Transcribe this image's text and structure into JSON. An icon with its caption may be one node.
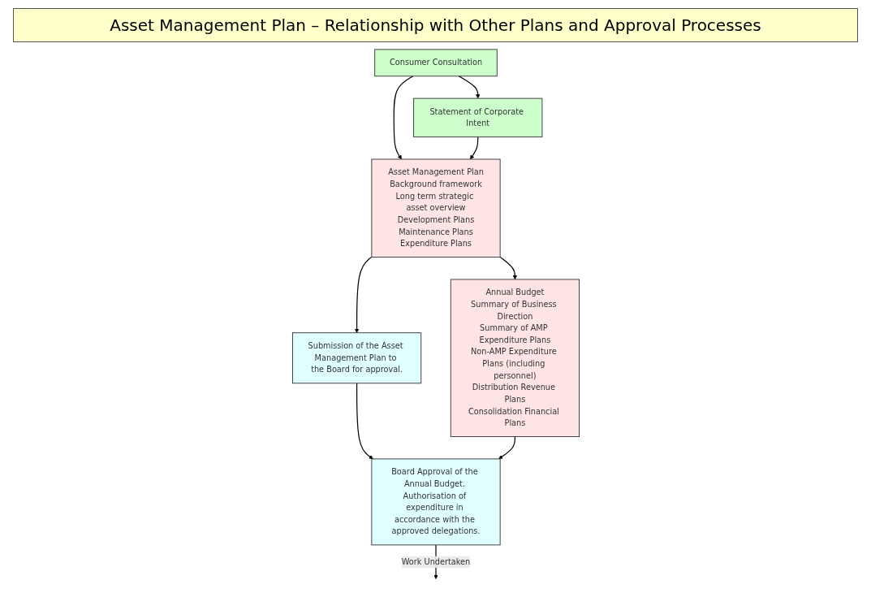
{
  "diagram": {
    "title": "Asset Management Plan – Relationship with Other Plans and Approval Processes",
    "nodes": [
      {
        "text": [
          "Consumer Consultation"
        ]
      },
      {
        "text": [
          "Statement of Corporate Intent"
        ]
      },
      {
        "text": [
          "Asset Management Plan",
          "Background framework",
          "Long term strategic asset overview",
          "Development Plans",
          "Maintenance Plans",
          "Expenditure Plans"
        ]
      },
      {
        "text": [
          "Submission of the Asset Management Plan to the Board for approval."
        ]
      },
      {
        "text": [
          "Annual Budget",
          "Summary of Business Direction",
          "Summary of AMP Expenditure Plans",
          "Non-AMP Expenditure Plans (including personnel)",
          "Distribution Revenue Plans",
          "Consolidation Financial Plans"
        ]
      },
      {
        "text": [
          "Board Approval of the Annual Budget. Authorisation of expenditure in accordance with the approved delegations."
        ]
      }
    ],
    "edges": [
      {
        "from": 0,
        "to": 1,
        "arrow": "to"
      },
      {
        "from": 0,
        "to": 2,
        "arrow": "to"
      },
      {
        "from": 1,
        "to": 2,
        "arrow": "to"
      },
      {
        "from": 2,
        "to": 3,
        "arrow": "to"
      },
      {
        "from": 2,
        "to": 4,
        "arrow": "to"
      },
      {
        "from": 3,
        "to": 5,
        "arrow": "to"
      },
      {
        "from": 4,
        "to": 5,
        "arrow": "to"
      },
      {
        "from": 5,
        "to": null,
        "arrow": "to",
        "label": "Work Undertaken"
      }
    ]
  }
}
